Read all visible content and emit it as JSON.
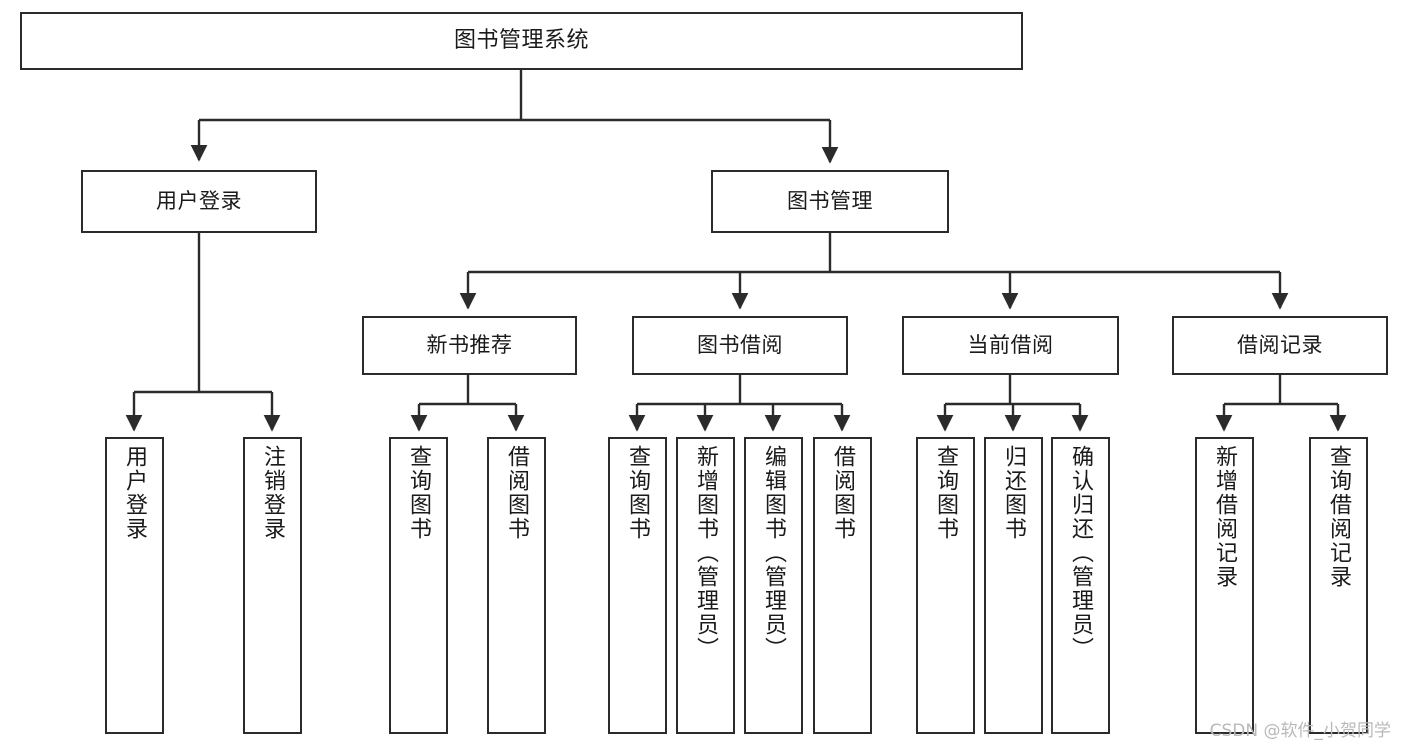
{
  "diagram": {
    "kind": "tree-structure-chart",
    "title": "图书管理系统",
    "watermark": "CSDN @软件_小贺同学",
    "colors": {
      "box_border": "#2b2b2b",
      "box_fill": "#ffffff",
      "edge": "#2b2b2b",
      "text": "#1a1a1a",
      "watermark": "#b9b9b9",
      "background": "#ffffff"
    },
    "root": {
      "label": "图书管理系统"
    },
    "level2": [
      {
        "label": "用户登录"
      },
      {
        "label": "图书管理"
      }
    ],
    "level3": [
      {
        "label": "新书推荐"
      },
      {
        "label": "图书借阅"
      },
      {
        "label": "当前借阅"
      },
      {
        "label": "借阅记录"
      }
    ],
    "leaves": {
      "user_login": [
        {
          "label": "用户登录"
        },
        {
          "label": "注销登录"
        }
      ],
      "new_book_recommend": [
        {
          "label": "查询图书"
        },
        {
          "label": "借阅图书"
        }
      ],
      "book_borrow": [
        {
          "label": "查询图书"
        },
        {
          "label": "新增图书（管理员）"
        },
        {
          "label": "编辑图书（管理员）"
        },
        {
          "label": "借阅图书"
        }
      ],
      "current_borrow": [
        {
          "label": "查询图书"
        },
        {
          "label": "归还图书"
        },
        {
          "label": "确认归还（管理员）"
        }
      ],
      "borrow_record": [
        {
          "label": "新增借阅记录"
        },
        {
          "label": "查询借阅记录"
        }
      ]
    }
  }
}
